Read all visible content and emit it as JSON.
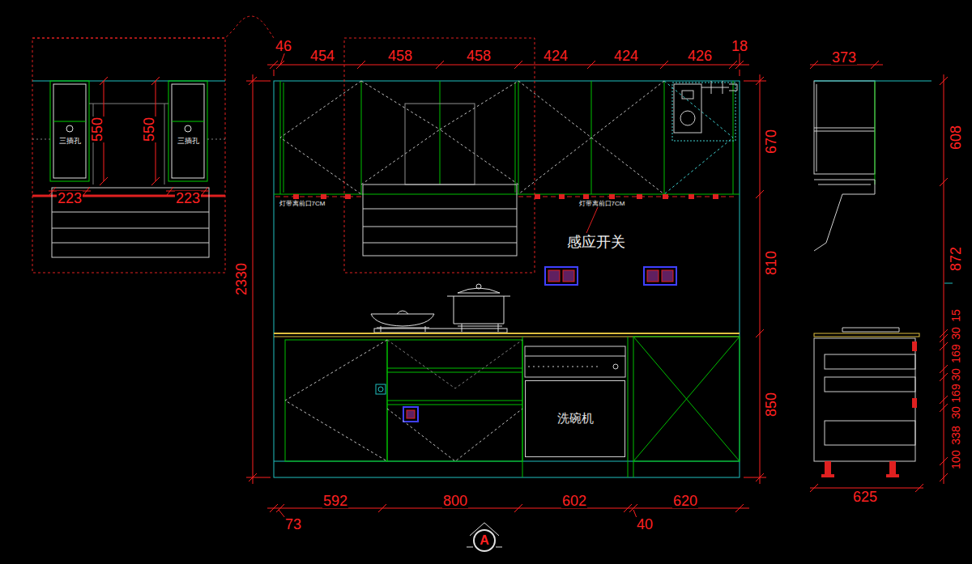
{
  "diagram": {
    "nodes": [
      {
        "text": [
          "洗碗机"
        ]
      },
      {
        "text": [
          "A"
        ]
      }
    ],
    "labels": [
      "550",
      "550",
      "三插孔",
      "三插孔",
      "223",
      "223",
      "46",
      "454",
      "458",
      "458",
      "424",
      "424",
      "426",
      "18",
      "2330",
      "670",
      "810",
      "850",
      "灯带离前口7CM",
      "灯带离前口7CM",
      "感应开关",
      "592",
      "800",
      "602",
      "620",
      "73",
      "40",
      "373",
      "608",
      "872",
      "15",
      "30",
      "169",
      "30",
      "169",
      "30",
      "338",
      "100",
      "625"
    ]
  }
}
